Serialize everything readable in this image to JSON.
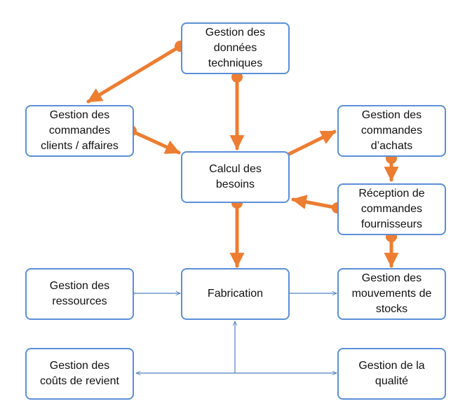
{
  "colors": {
    "box_border": "#5b8fd6",
    "primary_flow": "#ed7d31",
    "secondary_link": "#4f81bd",
    "text": "#111111"
  },
  "nodes": {
    "donnees_techniques": "Gestion des\ndonnées\ntechniques",
    "commandes_clients": "Gestion des\ncommandes\nclients / affaires",
    "calcul_besoins": "Calcul des\nbesoins",
    "commandes_achats": "Gestion des\ncommandes\nd’achats",
    "reception_commandes": "Réception de\ncommandes\nfournisseurs",
    "ressources": "Gestion des\nressources",
    "fabrication": "Fabrication",
    "mouvements_stocks": "Gestion des\nmouvements de\nstocks",
    "couts_revient": "Gestion des\ncoûts de revient",
    "qualite": "Gestion de la\nqualité"
  },
  "flows": [
    {
      "from": "donnees_techniques",
      "to": "commandes_clients",
      "style": "primary"
    },
    {
      "from": "donnees_techniques",
      "to": "calcul_besoins",
      "style": "primary"
    },
    {
      "from": "commandes_clients",
      "to": "calcul_besoins",
      "style": "primary"
    },
    {
      "from": "calcul_besoins",
      "to": "commandes_achats",
      "style": "primary"
    },
    {
      "from": "commandes_achats",
      "to": "reception_commandes",
      "style": "primary"
    },
    {
      "from": "reception_commandes",
      "to": "calcul_besoins",
      "style": "primary"
    },
    {
      "from": "calcul_besoins",
      "to": "fabrication",
      "style": "primary"
    },
    {
      "from": "reception_commandes",
      "to": "mouvements_stocks",
      "style": "primary"
    },
    {
      "from": "ressources",
      "to": "fabrication",
      "style": "secondary-bidirectional"
    },
    {
      "from": "fabrication",
      "to": "mouvements_stocks",
      "style": "secondary-bidirectional"
    },
    {
      "from": "couts_revient",
      "to": "fabrication",
      "style": "secondary"
    },
    {
      "from": "fabrication",
      "to": "couts_revient",
      "style": "secondary"
    },
    {
      "from": "fabrication",
      "to": "qualite",
      "style": "secondary"
    }
  ]
}
